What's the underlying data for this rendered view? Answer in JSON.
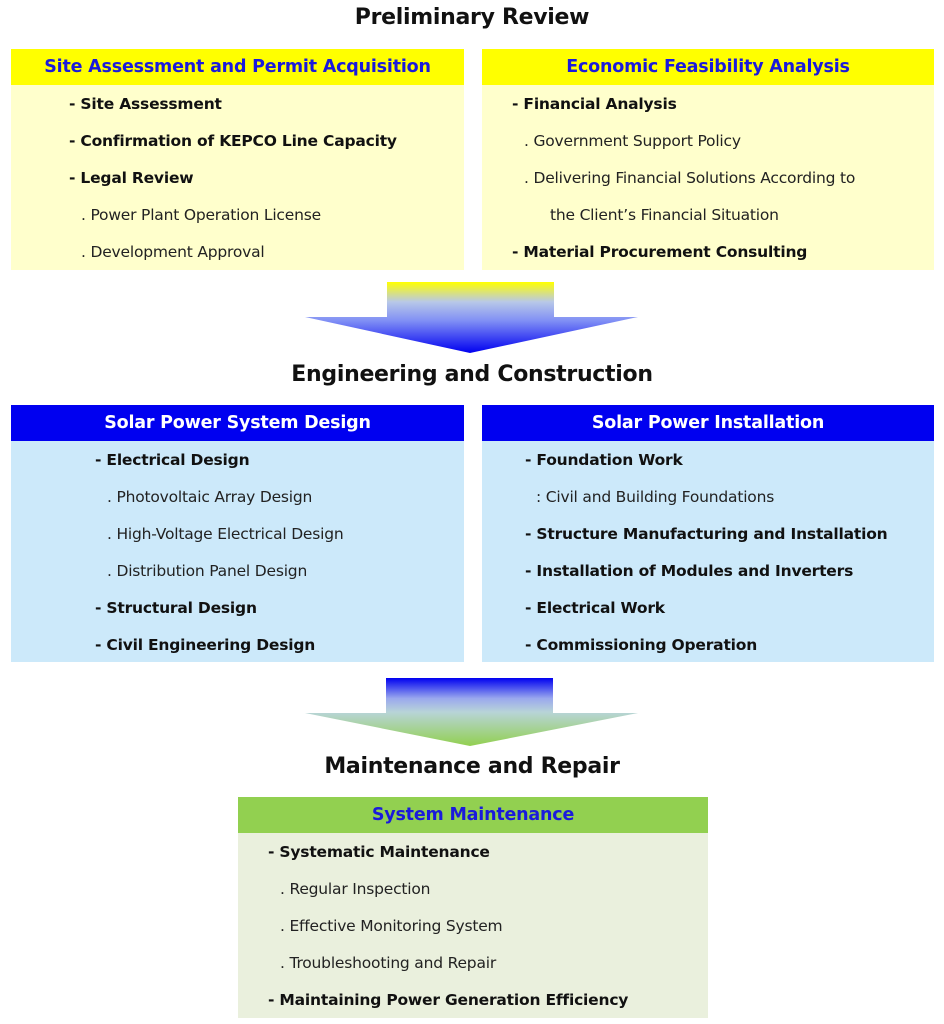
{
  "stages": [
    {
      "title": "Preliminary Review",
      "boxes": [
        {
          "header": "Site Assessment and Permit Acquisition",
          "items": [
            {
              "text": "- Site Assessment",
              "level": "main"
            },
            {
              "text": "- Confirmation of KEPCO Line Capacity",
              "level": "main"
            },
            {
              "text": "- Legal Review",
              "level": "main"
            },
            {
              "text": ". Power Plant Operation License",
              "level": "sub"
            },
            {
              "text": ". Development Approval",
              "level": "sub"
            }
          ]
        },
        {
          "header": "Economic Feasibility Analysis",
          "items": [
            {
              "text": "- Financial Analysis",
              "level": "main"
            },
            {
              "text": ". Government Support Policy",
              "level": "sub"
            },
            {
              "text": ". Delivering Financial Solutions According to",
              "level": "sub"
            },
            {
              "text": "the Client’s Financial Situation",
              "level": "sub"
            },
            {
              "text": "- Material Procurement Consulting",
              "level": "main"
            }
          ]
        }
      ]
    },
    {
      "title": "Engineering and Construction",
      "boxes": [
        {
          "header": "Solar Power System Design",
          "items": [
            {
              "text": "- Electrical Design",
              "level": "main"
            },
            {
              "text": ". Photovoltaic Array Design",
              "level": "sub"
            },
            {
              "text": ". High-Voltage Electrical Design",
              "level": "sub"
            },
            {
              "text": ". Distribution Panel Design",
              "level": "sub"
            },
            {
              "text": "- Structural Design",
              "level": "main"
            },
            {
              "text": "- Civil Engineering Design",
              "level": "main"
            }
          ]
        },
        {
          "header": "Solar Power Installation",
          "items": [
            {
              "text": "- Foundation Work",
              "level": "main"
            },
            {
              "text": ": Civil and Building Foundations",
              "level": "sub"
            },
            {
              "text": "- Structure Manufacturing and Installation",
              "level": "main"
            },
            {
              "text": "- Installation of Modules and Inverters",
              "level": "main"
            },
            {
              "text": "- Electrical Work",
              "level": "main"
            },
            {
              "text": "- Commissioning Operation",
              "level": "main"
            }
          ]
        }
      ]
    },
    {
      "title": "Maintenance and Repair",
      "boxes": [
        {
          "header": "System Maintenance",
          "items": [
            {
              "text": "- Systematic Maintenance",
              "level": "main"
            },
            {
              "text": ". Regular Inspection",
              "level": "sub"
            },
            {
              "text": ". Effective Monitoring System",
              "level": "sub"
            },
            {
              "text": ". Troubleshooting and Repair",
              "level": "sub"
            },
            {
              "text": "- Maintaining Power Generation Efficiency",
              "level": "main"
            }
          ]
        }
      ]
    }
  ],
  "colors": {
    "yellow_header": "#ffff00",
    "yellow_body": "#ffffcc",
    "blue_header": "#0000f0",
    "blue_body": "#cce9fa",
    "green_header": "#92d050",
    "green_body": "#eaf0dd",
    "header_text_blue": "#1a1adc"
  }
}
